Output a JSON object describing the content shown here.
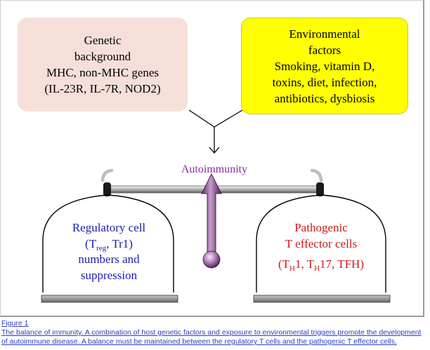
{
  "genetic_box": {
    "lines": [
      "Genetic",
      "background",
      "MHC, non-MHC genes",
      "(IL-23R, IL-7R, NOD2)"
    ]
  },
  "environment_box": {
    "lines": [
      "Environmental",
      "factors",
      "Smoking, vitamin D,",
      "toxins, diet, infection,",
      "antibiotics, dysbiosis"
    ]
  },
  "center_label": "Autoimmunity",
  "left_pan": {
    "line1": "Regulatory cell",
    "open": "(T",
    "sub": "reg",
    "rest": ", Tr1)",
    "line3": "numbers and",
    "line4": "suppression"
  },
  "right_pan": {
    "line1": "Pathogenic",
    "line2": "T effector cells",
    "p1": "(T",
    "s1": "H",
    "p2": "1,  T",
    "s2": "H",
    "p3": "17,  TFH)"
  },
  "colors": {
    "genetic_bg": "#f7dfd9",
    "environment_bg": "#ffff00",
    "autoimmunity_text": "#8b2b9e",
    "regulatory_text": "#1c1cb4",
    "pathogenic_text": "#d01818",
    "arrow_fill": "#b585b8",
    "caption_link": "#2a3fbf"
  },
  "caption": {
    "label": "Figure 1",
    "text": "The balance of immunity. A combination of host genetic factors and exposure to environmental triggers promote the development of autoimmune disease. A balance must be maintained between the regulatory T cells and the pathogenic T effector cells."
  }
}
